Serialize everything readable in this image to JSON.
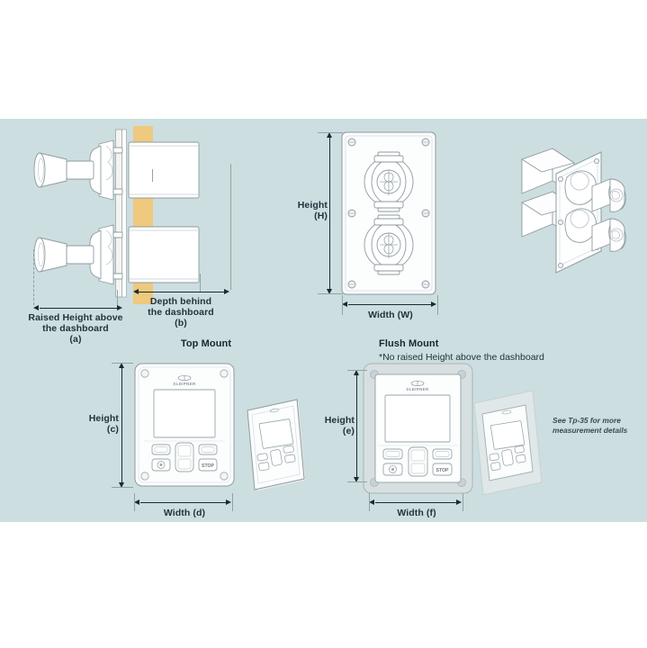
{
  "page": {
    "background_color": "#ffffff",
    "panel_color": "#ccdedf",
    "ink_color": "#23333c",
    "dashboard_color": "#eec97e",
    "part_fill": "#ffffff",
    "part_stroke": "#8e9ba1"
  },
  "diagram": {
    "title_topmount": "Top Mount",
    "title_flushmount": "Flush Mount",
    "flushmount_subtitle": "*No raised Height above the dashboard",
    "footnote_line1": "See Tp-35 for more",
    "footnote_line2": "measurement details"
  },
  "dimensions": {
    "raised_height": {
      "line1": "Raised Height above",
      "line2": "the dashboard",
      "ref": "(a)"
    },
    "depth_behind": {
      "line1": "Depth behind",
      "line2": "the dashboard",
      "ref": "(b)"
    },
    "panel_height": {
      "line1": "Height",
      "ref": "(H)"
    },
    "panel_width": {
      "label": "Width (W)"
    },
    "topmount_height": {
      "line1": "Height",
      "ref": "(c)"
    },
    "topmount_width": {
      "label": "Width (d)"
    },
    "flushmount_height": {
      "line1": "Height",
      "ref": "(e)"
    },
    "flushmount_width": {
      "label": "Width (f)"
    }
  },
  "control_panel": {
    "brand": "SLEIPNER",
    "stop_button": "STOP",
    "buttons": [
      {
        "name": "left-top-button",
        "label": ""
      },
      {
        "name": "right-top-button",
        "label": ""
      },
      {
        "name": "rocker-up",
        "label": ""
      },
      {
        "name": "rocker-down",
        "label": ""
      },
      {
        "name": "power-button",
        "label": ""
      },
      {
        "name": "stop-button",
        "label": "STOP"
      }
    ]
  },
  "views": {
    "side_section": "side-section-view",
    "front_panel": "front-panel-view",
    "isometric": "isometric-view",
    "topmount_front": "topmount-front-view",
    "topmount_iso": "topmount-iso-view",
    "flushmount_front": "flushmount-front-view",
    "flushmount_iso": "flushmount-iso-view"
  }
}
